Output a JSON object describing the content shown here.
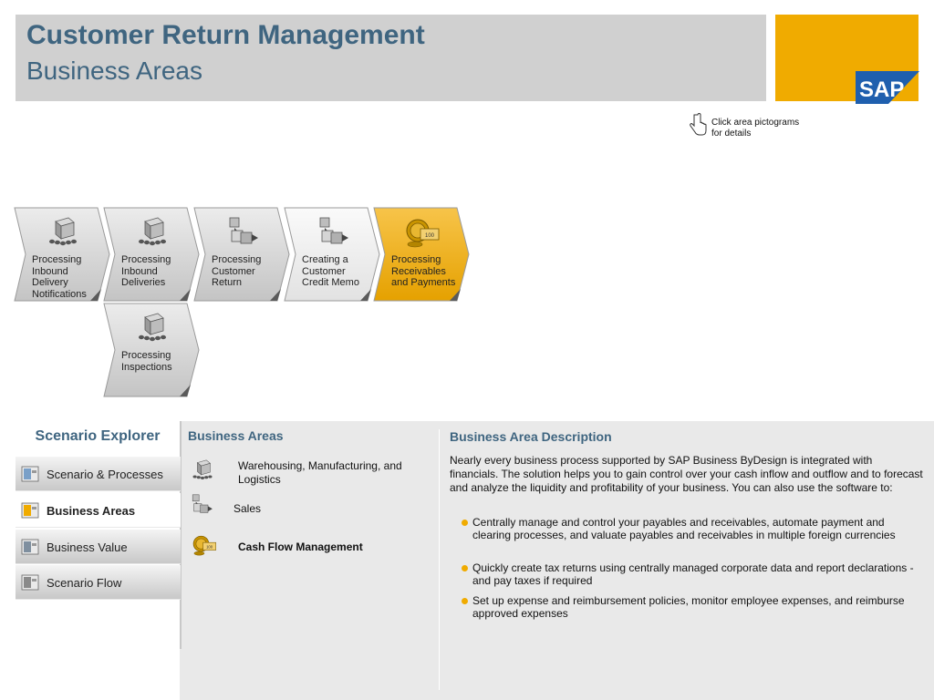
{
  "header": {
    "title": "Customer Return Management",
    "subtitle": "Business Areas",
    "logo_text": "SAP",
    "brand_color": "#f0ab00",
    "title_color": "#3f6580"
  },
  "hint": {
    "text": "Click area pictograms for details",
    "icon": "hand-pointer-icon"
  },
  "process_steps": [
    {
      "label": "Processing Inbound Delivery Notifications",
      "icon": "warehouse-cube-icon",
      "state": "default"
    },
    {
      "label": "Processing Inbound Deliveries",
      "icon": "warehouse-cube-icon",
      "state": "default"
    },
    {
      "label": "Processing Customer Return",
      "icon": "sales-arrow-icon",
      "state": "default"
    },
    {
      "label": "Creating a Customer Credit Memo",
      "icon": "sales-arrow-icon",
      "state": "light"
    },
    {
      "label": "Processing Receivables and Payments",
      "icon": "cash-coins-icon",
      "state": "highlighted"
    },
    {
      "label": "Processing Inspections",
      "icon": "warehouse-cube-icon",
      "state": "default"
    }
  ],
  "explorer": {
    "title": "Scenario Explorer",
    "items": [
      {
        "label": "Scenario & Processes",
        "icon": "scenario-processes-icon",
        "active": false
      },
      {
        "label": "Business Areas",
        "icon": "business-areas-icon",
        "active": true
      },
      {
        "label": "Business Value",
        "icon": "business-value-icon",
        "active": false
      },
      {
        "label": "Scenario Flow",
        "icon": "scenario-flow-icon",
        "active": false
      }
    ]
  },
  "business_areas": {
    "title": "Business Areas",
    "items": [
      {
        "label": "Warehousing, Manufacturing, and Logistics",
        "icon": "warehouse-cube-icon",
        "selected": false
      },
      {
        "label": "Sales",
        "icon": "sales-arrow-icon",
        "selected": false
      },
      {
        "label": "Cash Flow Management",
        "icon": "cash-coins-icon",
        "selected": true
      }
    ]
  },
  "description": {
    "title": "Business Area Description",
    "intro": "Nearly every business process supported by SAP Business ByDesign is integrated with financials. The solution helps you to gain control over your cash inflow and outflow and to forecast and analyze the liquidity and profitability of your business. You can also use the software to:",
    "bullets": [
      "Centrally manage and control your payables and receivables, automate payment and clearing processes, and valuate payables and receivables in multiple foreign currencies",
      "Quickly create tax returns using centrally managed corporate data and report declarations - and pay taxes if required",
      "Set up expense and reimbursement policies, monitor employee expenses, and reimburse approved expenses"
    ]
  }
}
